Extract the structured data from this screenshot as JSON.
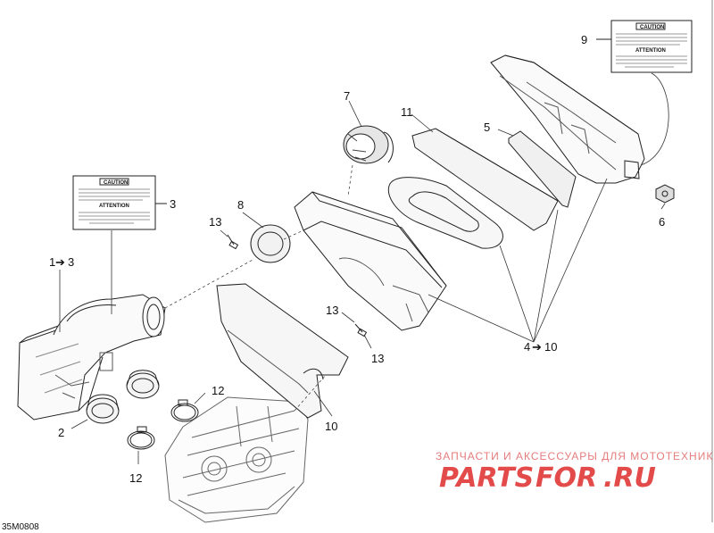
{
  "diagram_code": "35M0808",
  "callouts": {
    "c1": "1",
    "c1_to": "3",
    "c2": "2",
    "c3": "3",
    "c4": "4",
    "c4_to": "10",
    "c5": "5",
    "c6": "6",
    "c7": "7",
    "c8": "8",
    "c9": "9",
    "c10": "10",
    "c11": "11",
    "c12a": "12",
    "c12b": "12",
    "c13a": "13",
    "c13b": "13",
    "c13c": "13"
  },
  "labels": {
    "caution_heading": "CAUTION",
    "attention_heading": "ATTENTION"
  },
  "watermark": {
    "tagline": "ЗАПЧАСТИ И АКСЕССУАРЫ ДЛЯ МОТОТЕХНИКИ",
    "brand_left": "PARTS",
    "brand_mid": "FOR",
    "brand_right": ".RU",
    "brand_color": "#e34b4b"
  }
}
